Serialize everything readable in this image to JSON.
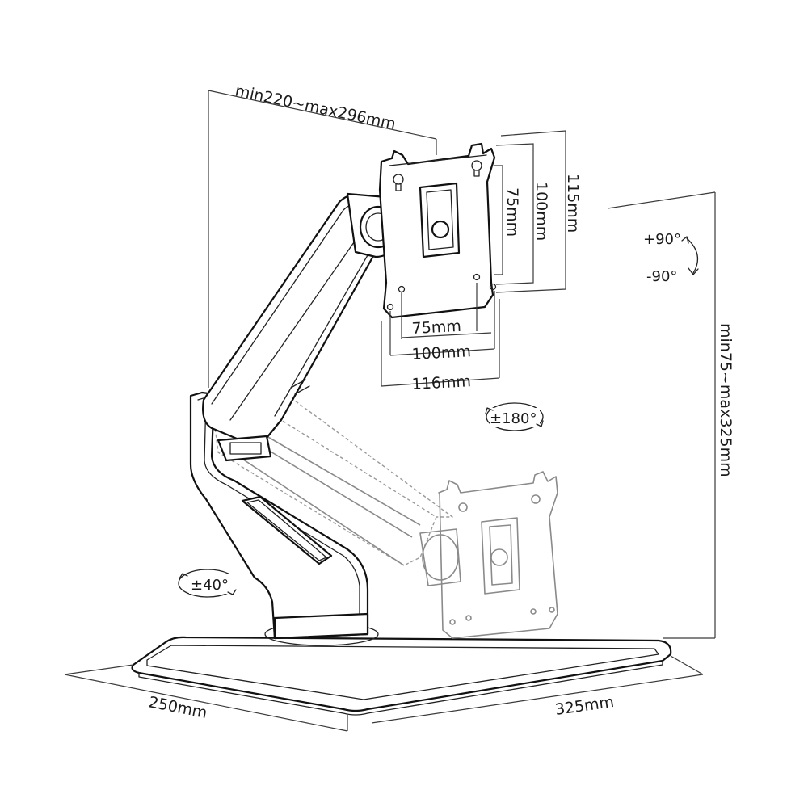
{
  "dimensions": {
    "arm_reach": "min220~max296mm",
    "vesa_height_inner": "75mm",
    "vesa_height_outer": "100mm",
    "plate_height": "115mm",
    "vesa_width_inner": "75mm",
    "vesa_width_outer": "100mm",
    "plate_width": "116mm",
    "height_range": "min75~max325mm",
    "base_depth": "250mm",
    "base_width": "325mm"
  },
  "rotations": {
    "tilt_up": "+90°",
    "tilt_down": "-90°",
    "rotate": "±180°",
    "swivel": "±40°"
  },
  "colors": {
    "line": "#111111",
    "ghost": "#9a9a9a",
    "text": "#1a1a1a"
  }
}
